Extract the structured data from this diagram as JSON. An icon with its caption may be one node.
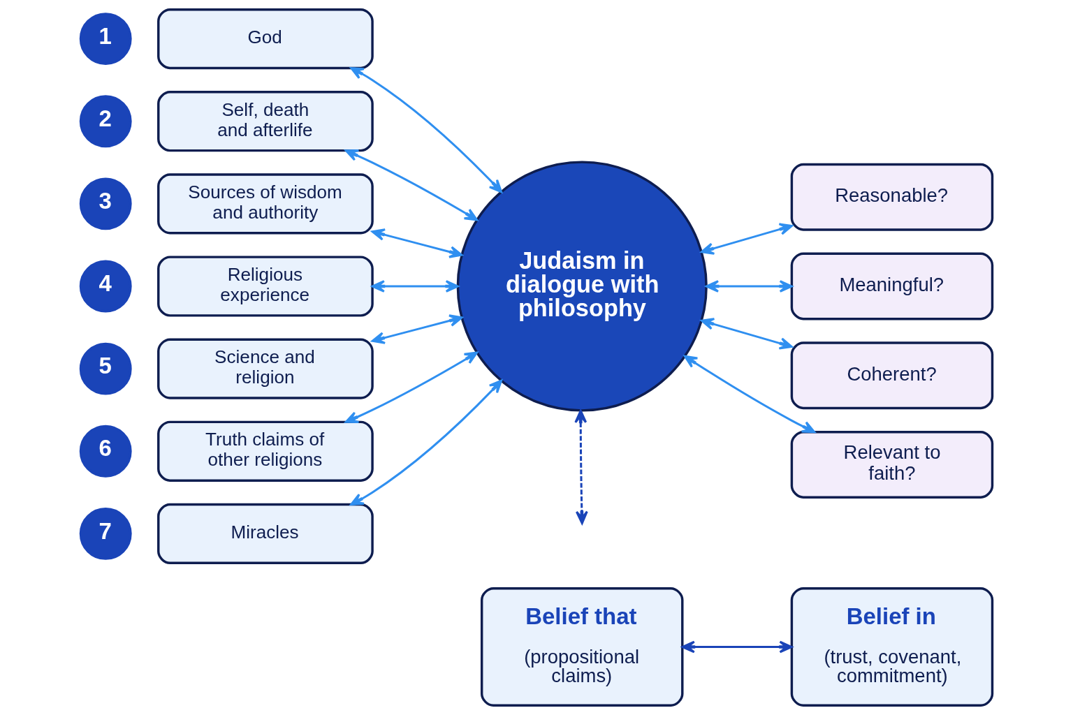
{
  "diagram": {
    "nodes": [
      {
        "text": [
          "1"
        ]
      },
      {
        "text": [
          "God"
        ]
      },
      {
        "text": [
          "2"
        ]
      },
      {
        "text": [
          "Self, death and afterlife"
        ]
      },
      {
        "text": [
          "3"
        ]
      },
      {
        "text": [
          "Sources of wisdom and authority"
        ]
      },
      {
        "text": [
          "4"
        ]
      },
      {
        "text": [
          "Religious experience"
        ]
      },
      {
        "text": [
          "5"
        ]
      },
      {
        "text": [
          "Science and religion"
        ]
      },
      {
        "text": [
          "6"
        ]
      },
      {
        "text": [
          "Truth claims of other religions"
        ]
      },
      {
        "text": [
          "7"
        ]
      },
      {
        "text": [
          "Miracles"
        ]
      },
      {
        "text": [
          "Judaism in dialogue with philosophy"
        ]
      },
      {
        "text": [
          "Reasonable?"
        ]
      },
      {
        "text": [
          "Meaningful?"
        ]
      },
      {
        "text": [
          "Coherent?"
        ]
      },
      {
        "text": [
          "Relevant to faith?"
        ]
      },
      {
        "text": [
          "Belief that",
          "(propositional claims)"
        ]
      },
      {
        "text": [
          "Belief in",
          "(trust, covenant, commitment)"
        ]
      }
    ],
    "edges": [
      {
        "from": 1,
        "to": 14,
        "arrow": "both"
      },
      {
        "from": 3,
        "to": 14,
        "arrow": "both"
      },
      {
        "from": 5,
        "to": 14,
        "arrow": "both"
      },
      {
        "from": 7,
        "to": 14,
        "arrow": "both"
      },
      {
        "from": 9,
        "to": 14,
        "arrow": "both"
      },
      {
        "from": 11,
        "to": 14,
        "arrow": "both"
      },
      {
        "from": 13,
        "to": 14,
        "arrow": "both"
      },
      {
        "from": 14,
        "to": 15,
        "arrow": "both"
      },
      {
        "from": 14,
        "to": 16,
        "arrow": "both"
      },
      {
        "from": 14,
        "to": 17,
        "arrow": "both"
      },
      {
        "from": 14,
        "to": 18,
        "arrow": "both"
      },
      {
        "from": 14,
        "to": null,
        "arrow": "both",
        "style": "dashed",
        "color": "#1a44b8"
      },
      {
        "from": 19,
        "to": 20,
        "arrow": "both",
        "color": "#1a44b8"
      }
    ]
  }
}
